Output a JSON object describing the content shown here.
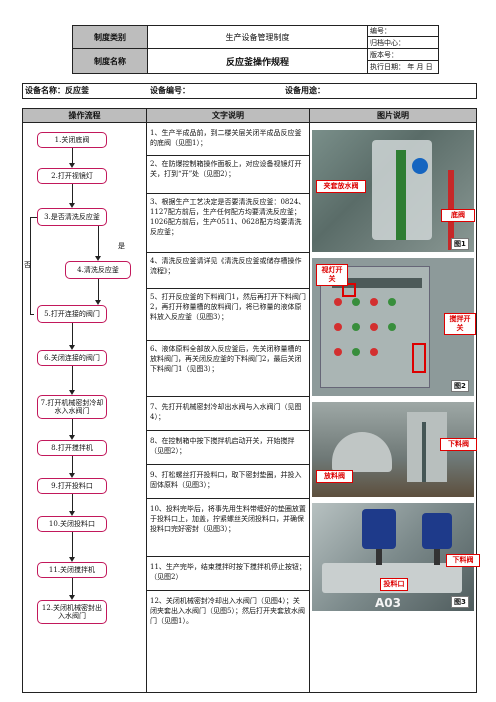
{
  "header": {
    "category_label": "制度类别",
    "category_value": "生产设备管理制度",
    "name_label": "制度名称",
    "name_value": "反应釜操作规程",
    "code_label": "编号：",
    "dept_label": "归档中心：",
    "version_label": "版本号：",
    "date_label": "执行日期：    年   月   日"
  },
  "equipment": {
    "name": "设备名称：反应釜",
    "number": "设备编号：",
    "use": "设备用途："
  },
  "columns": {
    "flow": "操作流程",
    "text": "文字说明",
    "image": "图片说明"
  },
  "flow": {
    "steps": [
      "1.关闭底阀",
      "2.打开视镜灯",
      "3.是否清洗反应釜",
      "5.打开连接的阀门",
      "6.关闭连接的阀门",
      "7.打开机械密封冷却水入水阀门",
      "8.打开搅拌机",
      "9.打开投料口",
      "10.关闭投料口",
      "11.关闭搅拌机",
      "12.关闭机械密封出入水阀门"
    ],
    "side_step": "4.清洗反应釜",
    "yes_label": "是",
    "no_label": "否"
  },
  "descriptions": [
    "1、生产半成品前，到二楼关层关闭半成品反应釜的底阀（见图1）；",
    "2、在防爆控制箱操作面板上，对应设备视镜灯开关，打到“开”处（见图2）；",
    "3、根据生产工艺决定是否要清洗反应釜：0824、1127配方前后，生产任何配方均要清洗反应釜；1026配方前后，生产0511、0628配方均要清洗反应釜；",
    "4、清洗反应釜请详见《清洗反应釜或储存槽操作流程》；",
    "5、打开反应釜的下料阀门1，然后再打开下料阀门2，再打开称量槽的放料阀门，将已称量的液体原料放入反应釜（见图3）；",
    "6、液体原料全部放入反应釜后，先关闭称量槽的放料阀门，再关闭反应釜的下料阀门2，最后关闭下料阀门1（见图3）；",
    "7、先打开机械密封冷却出水阀与入水阀门（见图4）；",
    "8、在控制箱中按下搅拌机启动开关，开始搅拌（见图2）；",
    "9、打松螺丝打开投料口，取下密封垫圈，并投入固体原料（见图3）；",
    "10、投料完毕后，将事先用生料带缠好的垫圈放置于投料口上，加盖，拧紧螺丝关闭投料口，并确保投料口完好密封（见图3）；",
    "11、生产完毕，结束搅拌时按下搅拌机停止按钮；（见图2）",
    "12、关闭机械密封冷却出入水阀门（见图4）；关闭夹套出入水阀门（见图5）；然后打开夹套放水阀门（见图1）。"
  ],
  "photos": {
    "p1_labels": [
      "夹套放水阀",
      "底阀"
    ],
    "p1_fig": "图1",
    "p2_labels": [
      "视灯开关",
      "搅拌开关"
    ],
    "p2_fig": "图2",
    "p3_labels": [
      "下料阀",
      "放料阀"
    ],
    "p4_labels": [
      "下料阀",
      "投料口"
    ],
    "p4_code": "A03",
    "p4_fig": "图3"
  }
}
